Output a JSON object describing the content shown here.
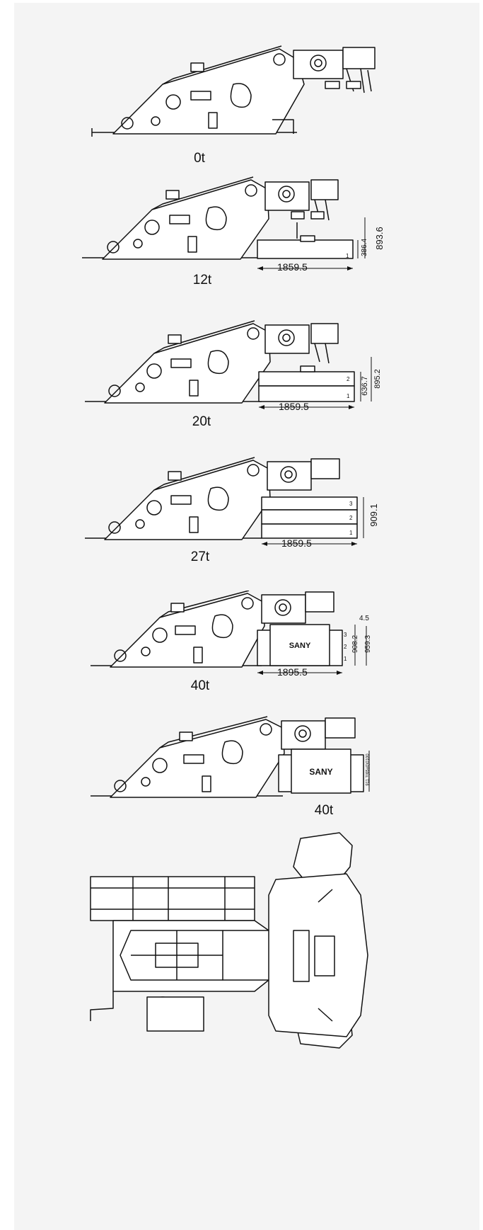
{
  "views": [
    {
      "caption": "0t",
      "dims": {}
    },
    {
      "caption": "12t",
      "dims": {
        "width": "1859.5",
        "total_height": "893.6",
        "stack_height": "386.4",
        "layer_labels": [
          "1"
        ]
      }
    },
    {
      "caption": "20t",
      "dims": {
        "width": "1859.5",
        "total_height": "895.2",
        "stack_height": "636.7",
        "layer_labels": [
          "1",
          "2"
        ]
      }
    },
    {
      "caption": "27t",
      "dims": {
        "width": "1859.5",
        "total_height": "909.1",
        "layer_labels": [
          "1",
          "2",
          "3"
        ]
      }
    },
    {
      "caption": "40t",
      "dims": {
        "width": "1895.5",
        "total_height": "959.3",
        "stack_height": "908.2",
        "top_gap": "4.5",
        "layer_labels": [
          "1",
          "2",
          "3"
        ],
        "brand": "SANY"
      }
    },
    {
      "caption": "40t",
      "dims": {
        "vertical_note": "911.7(65±0)0100",
        "brand": "SANY"
      }
    }
  ],
  "colors": {
    "line": "#111111",
    "background": "#f4f4f4"
  }
}
